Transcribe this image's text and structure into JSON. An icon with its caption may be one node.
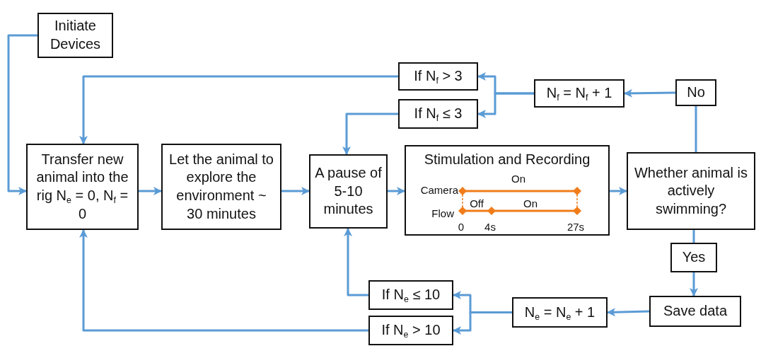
{
  "diagram": {
    "nodes": [
      {
        "text": [
          "Initiate Devices"
        ]
      },
      {
        "text": [
          "Transfer new animal into the rig N$_{e}$ = 0, N$_{f}$ = 0"
        ]
      },
      {
        "text": [
          "Let the animal to explore the environment ~ 30 minutes"
        ]
      },
      {
        "text": [
          "A pause of 5-10 minutes"
        ]
      },
      {
        "text": [
          "Stimulation and Recording"
        ]
      },
      {
        "text": [
          "Whether animal is actively swimming?"
        ]
      },
      {
        "text": [
          "No"
        ]
      },
      {
        "text": [
          "N$_{f}$ = N$_{f}$ + 1"
        ]
      },
      {
        "text": [
          "If N$_{f}$ > 3"
        ]
      },
      {
        "text": [
          "If N$_{f}$ ≤ 3"
        ]
      },
      {
        "text": [
          "Yes"
        ]
      },
      {
        "text": [
          "Save data"
        ]
      },
      {
        "text": [
          "N$_{e}$ = N$_{e}$ + 1"
        ]
      },
      {
        "text": [
          "If N$_{e}$ ≤ 10"
        ]
      },
      {
        "text": [
          "If N$_{e}$ > 10"
        ]
      }
    ],
    "edges": [
      {
        "from": 0,
        "to": 1,
        "arrow": "to"
      },
      {
        "from": 1,
        "to": 2,
        "arrow": "to"
      },
      {
        "from": 2,
        "to": 3,
        "arrow": "to"
      },
      {
        "from": 3,
        "to": 4,
        "arrow": "to"
      },
      {
        "from": 4,
        "to": 5,
        "arrow": "to"
      },
      {
        "from": 5,
        "to": 6,
        "arrow": "none"
      },
      {
        "from": 6,
        "to": 7,
        "arrow": "to"
      },
      {
        "from": 7,
        "to": 8,
        "arrow": "to"
      },
      {
        "from": 7,
        "to": 9,
        "arrow": "to"
      },
      {
        "from": 8,
        "to": 1,
        "arrow": "to"
      },
      {
        "from": 9,
        "to": 3,
        "arrow": "to"
      },
      {
        "from": 5,
        "to": 10,
        "arrow": "none"
      },
      {
        "from": 10,
        "to": 11,
        "arrow": "to"
      },
      {
        "from": 11,
        "to": 12,
        "arrow": "to"
      },
      {
        "from": 12,
        "to": 13,
        "arrow": "to"
      },
      {
        "from": 12,
        "to": 14,
        "arrow": "to"
      },
      {
        "from": 13,
        "to": 3,
        "arrow": "to"
      },
      {
        "from": 14,
        "to": 1,
        "arrow": "to"
      }
    ],
    "labels": [
      "Camera",
      "On",
      "Flow",
      "Off",
      "On",
      "0",
      "4s",
      "27s"
    ]
  }
}
